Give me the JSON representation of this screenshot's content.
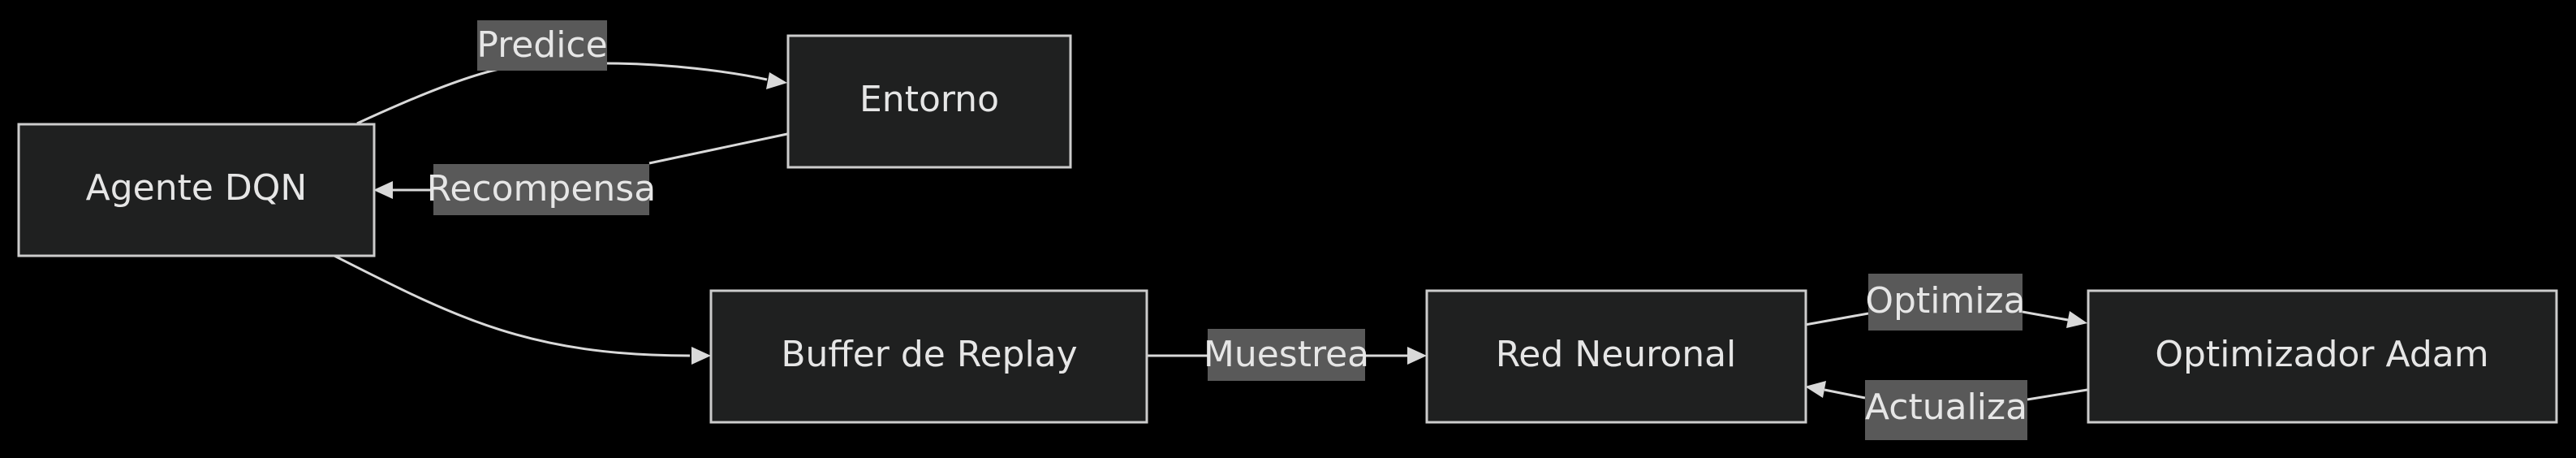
{
  "nodes": {
    "agent": "Agente DQN",
    "environment": "Entorno",
    "buffer": "Buffer de Replay",
    "network": "Red Neuronal",
    "optimizer": "Optimizador Adam"
  },
  "edges": {
    "predict": "Predice",
    "reward": "Recompensa",
    "sample": "Muestrea",
    "optimize": "Optimiza",
    "update": "Actualiza"
  }
}
